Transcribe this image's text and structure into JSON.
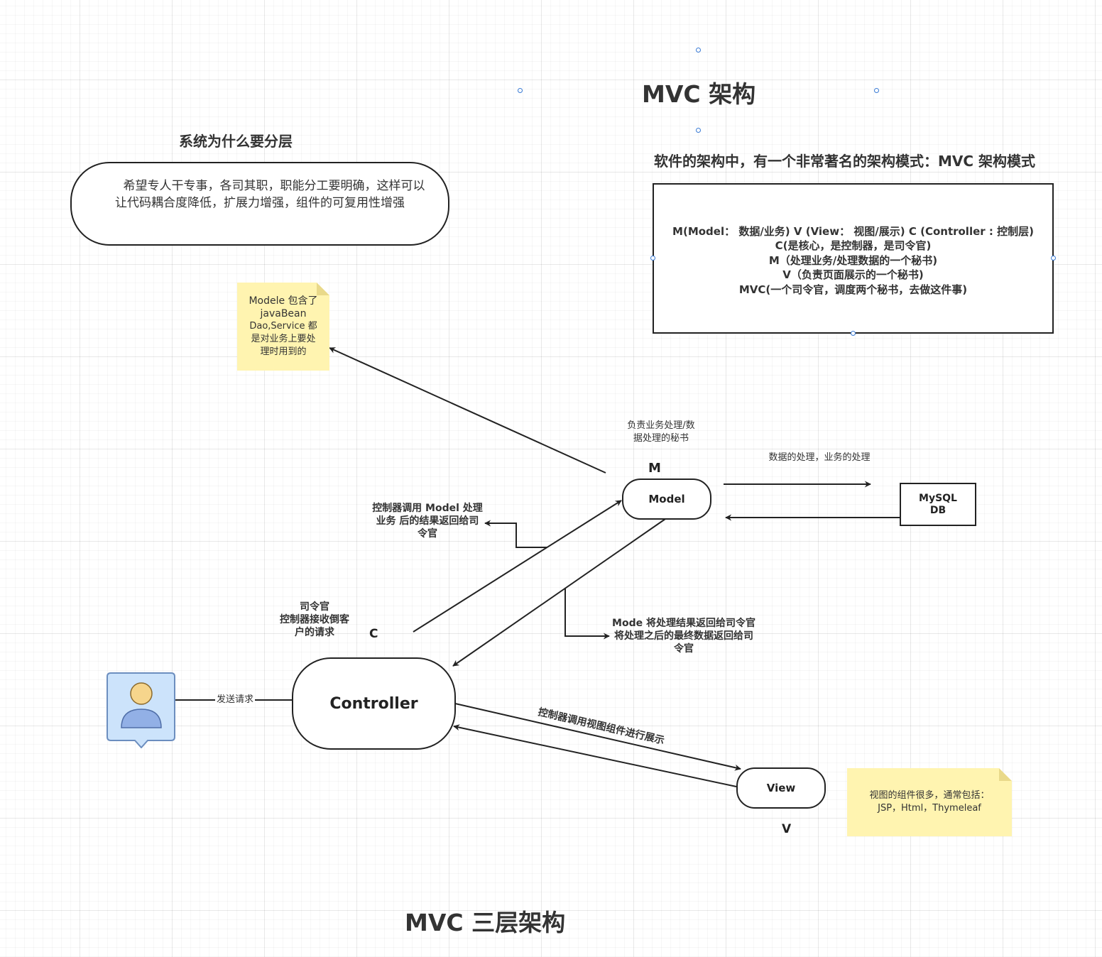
{
  "titles": {
    "mvc_architecture": "MVC 架构",
    "why_layer": "系统为什么要分层",
    "mvc_pattern": "软件的架构中，有一个非常著名的架构模式：MVC 架构模式",
    "mvc_three_layer": "MVC 三层架构"
  },
  "layer_reason": {
    "line1": "希望专人干专事，各司其职，职能分工要明确，这样可以",
    "line2": "让代码耦合度降低，扩展力增强，组件的可复用性增强"
  },
  "mvc_definition": {
    "line1": "M(Model： 数据/业务) V (View： 视图/展示) C (Controller : 控制层)",
    "line2": "C(是核心，是控制器，是司令官)",
    "line3": "M（处理业务/处理数据的一个秘书)",
    "line4": "V（负责页面展示的一个秘书)",
    "line5": "MVC(一个司令官，调度两个秘书，去做这件事)"
  },
  "model_note": {
    "line1": "Modele 包含了",
    "line2": "javaBean",
    "line3": "Dao,Service 都",
    "line4": "是对业务上要处",
    "line5": "理时用到的"
  },
  "view_note": {
    "line1": "视图的组件很多，通常包括：",
    "line2": "JSP，Html，Thymeleaf"
  },
  "nodes": {
    "model": "Model",
    "controller": "Controller",
    "view": "View",
    "mysql_line1": "MySQL",
    "mysql_line2": "DB"
  },
  "letters": {
    "m": "M",
    "c": "C",
    "v": "V"
  },
  "labels": {
    "model_role_line1": "负责业务处理/数",
    "model_role_line2": "据处理的秘书",
    "data_processing": "数据的处理，业务的处理",
    "controller_calls_model_line1": "控制器调用 Model 处理",
    "controller_calls_model_line2": "业务 后的结果返回给司",
    "controller_calls_model_line3": "令官",
    "commander_line1": "司令官",
    "commander_line2": "控制器接收倒客",
    "commander_line3": "户的请求",
    "model_returns_line1": "Mode 将处理结果返回给司令官",
    "model_returns_line2": "将处理之后的最终数据返回给司",
    "model_returns_line3": "令官",
    "send_request": "发送请求",
    "controller_calls_view": "控制器调用视图组件进行展示"
  },
  "colors": {
    "user_card_bg": "#cce3fb",
    "user_card_border": "#6c8ebf",
    "user_head": "#f6d58c",
    "user_body": "#92b0e6",
    "note_yellow": "#fff4b0",
    "handle_blue": "#3a7bd5"
  },
  "icons": {
    "user": "user-icon"
  }
}
